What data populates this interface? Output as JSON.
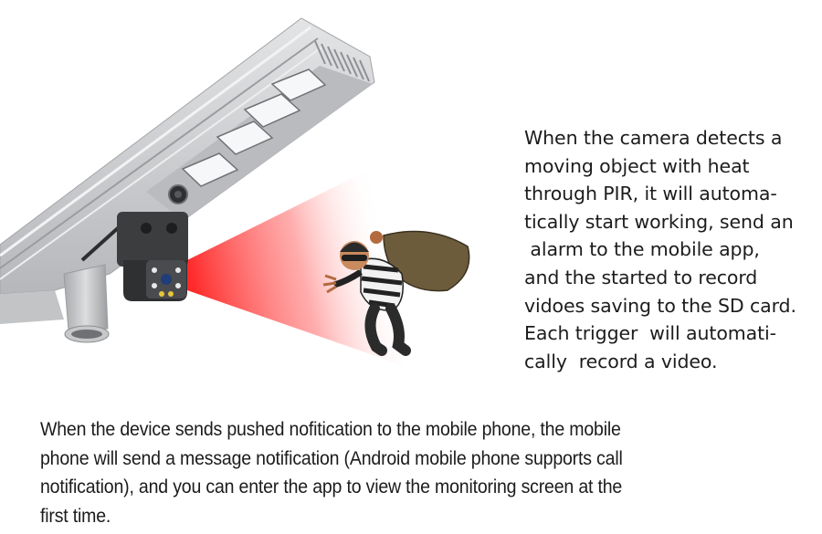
{
  "illustration": {
    "lamp": "solar-street-light",
    "camera": "ptz-security-camera",
    "beam": "pir-detection-beam",
    "intruder": "cartoon-thief-with-sack",
    "colors": {
      "lamp_body": "#c9cacc",
      "lamp_shadow": "#9fa1a4",
      "led_panel": "#f4f5f6",
      "camera_body": "#3a3b3d",
      "beam_red": "#ff2a2a",
      "sack": "#6b5a3a",
      "thief_stripes": "#2b2b2b"
    }
  },
  "side_text": {
    "lines": [
      "When the camera detects a",
      "moving object with heat",
      "through PIR, it will automa-",
      "tically start working, send an",
      " alarm to the mobile app,",
      "and the started to record",
      "vidoes saving to the SD card.",
      "Each trigger  will automati-",
      "cally  record a video."
    ]
  },
  "bottom_text": {
    "lines": [
      "When the device sends pushed nofitication to the mobile phone, the mobile",
      "phone will send a message notification (Android mobile phone supports call",
      "notification), and you can enter the app to view the monitoring screen at the",
      "first time."
    ]
  }
}
